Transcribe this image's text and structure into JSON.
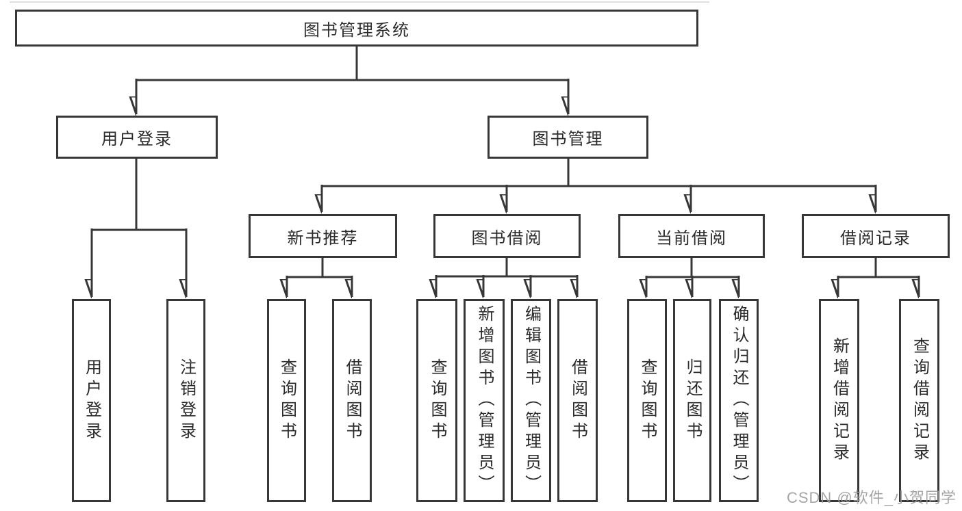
{
  "tree": {
    "label": "图书管理系统",
    "children": [
      {
        "label": "用户登录",
        "children": [
          {
            "label": "用户登录"
          },
          {
            "label": "注销登录"
          }
        ]
      },
      {
        "label": "图书管理",
        "children": [
          {
            "label": "新书推荐",
            "children": [
              {
                "label": "查询图书"
              },
              {
                "label": "借阅图书"
              }
            ]
          },
          {
            "label": "图书借阅",
            "children": [
              {
                "label": "查询图书"
              },
              {
                "label": "新增图书（管理员）"
              },
              {
                "label": "编辑图书（管理员）"
              },
              {
                "label": "借阅图书"
              }
            ]
          },
          {
            "label": "当前借阅",
            "children": [
              {
                "label": "查询图书"
              },
              {
                "label": "归还图书"
              },
              {
                "label": "确认归还（管理员）"
              }
            ]
          },
          {
            "label": "借阅记录",
            "children": [
              {
                "label": "新增借阅记录"
              },
              {
                "label": "查询借阅记录"
              }
            ]
          }
        ]
      }
    ]
  },
  "watermark": {
    "text": "CSDN @软件_小贺同学",
    "color": "#9c9c9c"
  },
  "colors": {
    "line": "#373737",
    "background": "#ffffff",
    "text": "#2b2b2b"
  }
}
